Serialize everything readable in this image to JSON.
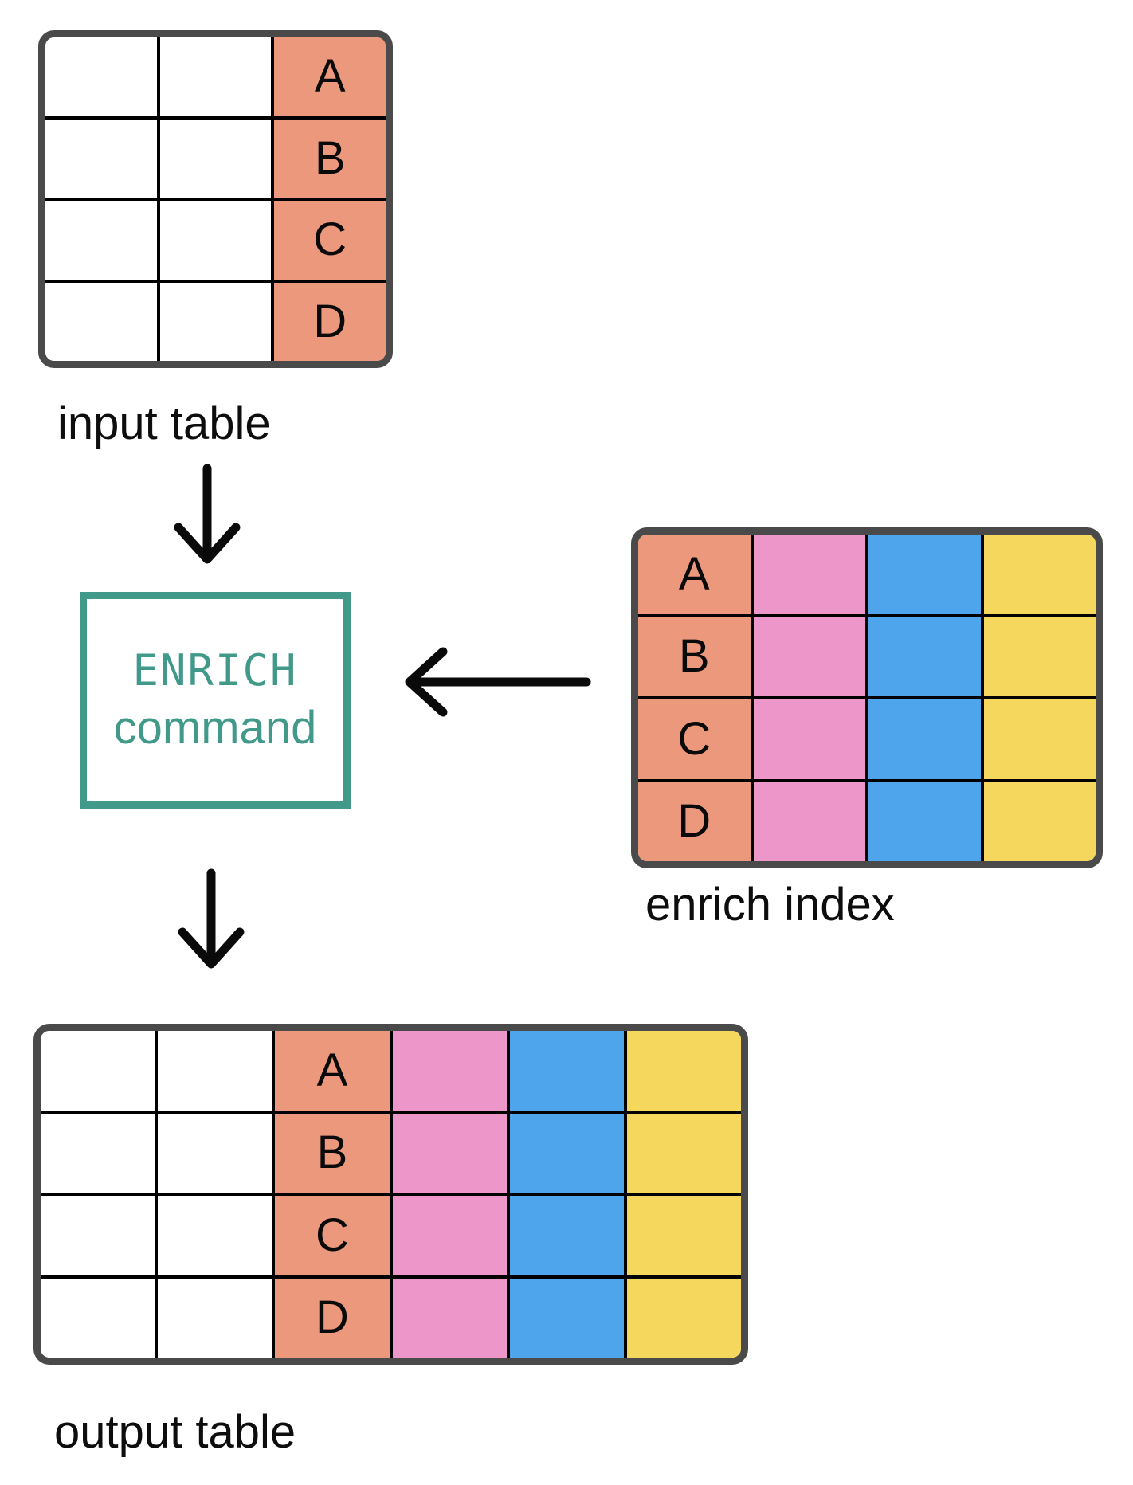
{
  "palette": {
    "salmon": "#EC987C",
    "pink": "#EC96C9",
    "blue": "#4FA5EC",
    "yellow": "#F6D75E",
    "teal": "#41998A",
    "outline": "#4A4A4A",
    "ink": "#0A0A0A",
    "white": "#FFFFFF"
  },
  "tables": {
    "input": {
      "label": "input table",
      "rows": 4,
      "columns": [
        {
          "color": "white",
          "cells": [
            "",
            "",
            "",
            ""
          ]
        },
        {
          "color": "white",
          "cells": [
            "",
            "",
            "",
            ""
          ]
        },
        {
          "color": "salmon",
          "cells": [
            "A",
            "B",
            "C",
            "D"
          ]
        }
      ]
    },
    "enrich_index": {
      "label": "enrich index",
      "rows": 4,
      "columns": [
        {
          "color": "salmon",
          "cells": [
            "A",
            "B",
            "C",
            "D"
          ]
        },
        {
          "color": "pink",
          "cells": [
            "",
            "",
            "",
            ""
          ]
        },
        {
          "color": "blue",
          "cells": [
            "",
            "",
            "",
            ""
          ]
        },
        {
          "color": "yellow",
          "cells": [
            "",
            "",
            "",
            ""
          ]
        }
      ]
    },
    "output": {
      "label": "output table",
      "rows": 4,
      "columns": [
        {
          "color": "white",
          "cells": [
            "",
            "",
            "",
            ""
          ]
        },
        {
          "color": "white",
          "cells": [
            "",
            "",
            "",
            ""
          ]
        },
        {
          "color": "salmon",
          "cells": [
            "A",
            "B",
            "C",
            "D"
          ]
        },
        {
          "color": "pink",
          "cells": [
            "",
            "",
            "",
            ""
          ]
        },
        {
          "color": "blue",
          "cells": [
            "",
            "",
            "",
            ""
          ]
        },
        {
          "color": "yellow",
          "cells": [
            "",
            "",
            "",
            ""
          ]
        }
      ]
    }
  },
  "command_box": {
    "line1": "ENRICH",
    "line2": "command"
  }
}
